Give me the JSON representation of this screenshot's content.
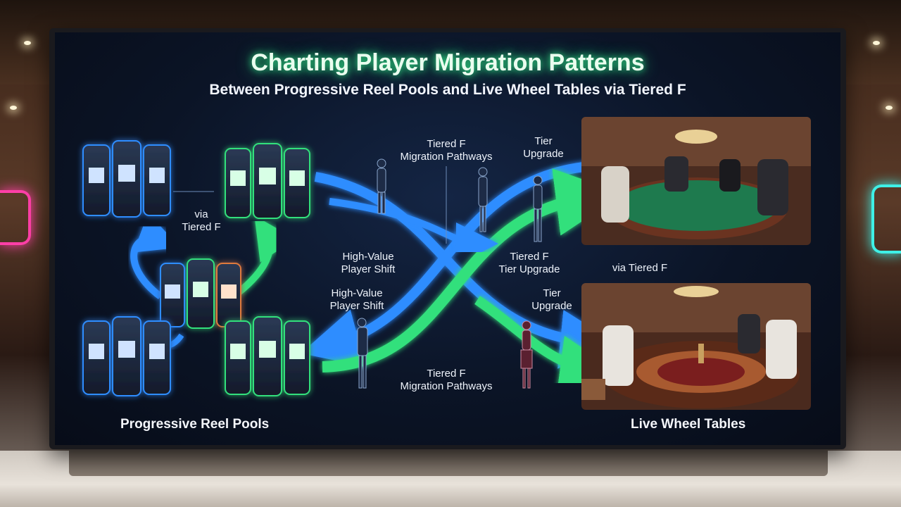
{
  "screen": {
    "title": "Charting Player Migration Patterns",
    "subtitle": "Between Progressive Reel Pools and Live Wheel Tables via Tiered F"
  },
  "labels": {
    "via_tiered_left": "via\nTiered F",
    "tiered_migration_top_a": "Tiered F",
    "tiered_migration_top_b": "Migration Pathways",
    "tier_upgrade_top_a": "Tier",
    "tier_upgrade_top_b": "Upgrade",
    "high_value_1_a": "High-Value",
    "high_value_1_b": "Player Shift",
    "high_value_2_a": "High-Value",
    "high_value_2_b": "Player Shift",
    "tiered_upgrade_mid_a": "Tiered F",
    "tiered_upgrade_mid_b": "Tier Upgrade",
    "tier_upgrade_mid_a": "Tier",
    "tier_upgrade_mid_b": "Upgrade",
    "tiered_migration_bottom_a": "Tiered F",
    "tiered_migration_bottom_b": "Migration Pathways",
    "via_tiered_right": "via Tiered F",
    "progressive_reel_pools": "Progressive Reel Pools",
    "live_wheel_tables": "Live Wheel Tables"
  },
  "colors": {
    "blue_flow": "#2f8dff",
    "green_flow": "#33e07c",
    "title_glow": "#35e58a"
  }
}
